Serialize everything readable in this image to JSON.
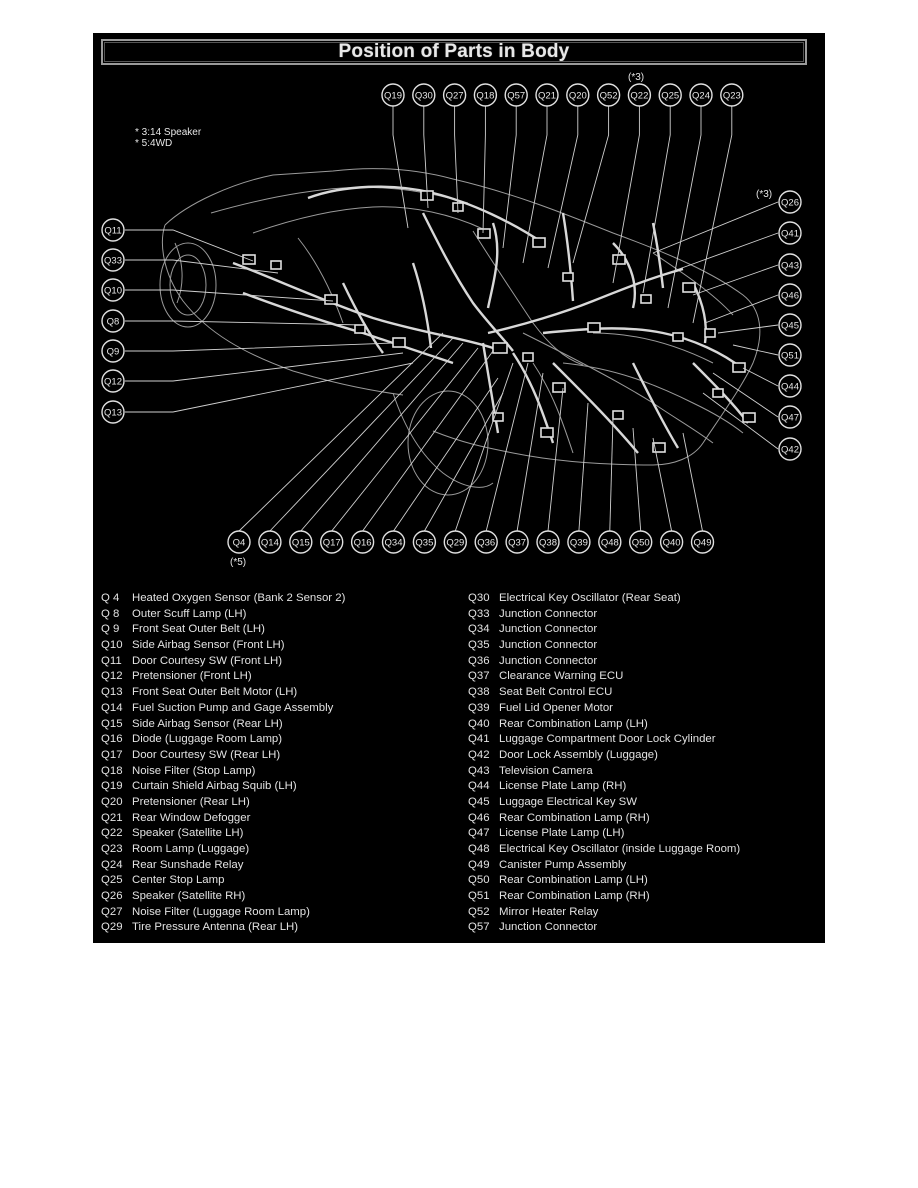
{
  "title": "Position of Parts in Body",
  "notes": [
    "* 3:14 Speaker",
    "* 5:4WD"
  ],
  "note_markers": {
    "q22": "(*3)",
    "q26": "(*3)",
    "q4": "(*5)"
  },
  "callouts_top": [
    "Q19",
    "Q30",
    "Q27",
    "Q18",
    "Q57",
    "Q21",
    "Q20",
    "Q52",
    "Q22",
    "Q25",
    "Q24",
    "Q23"
  ],
  "callouts_left": [
    "Q11",
    "Q33",
    "Q10",
    "Q8",
    "Q9",
    "Q12",
    "Q13"
  ],
  "callouts_right": [
    "Q26",
    "Q41",
    "Q43",
    "Q46",
    "Q45",
    "Q51",
    "Q44",
    "Q47",
    "Q42"
  ],
  "callouts_bottom": [
    "Q4",
    "Q14",
    "Q15",
    "Q17",
    "Q16",
    "Q34",
    "Q35",
    "Q29",
    "Q36",
    "Q37",
    "Q38",
    "Q39",
    "Q48",
    "Q50",
    "Q40",
    "Q49"
  ],
  "legend_left": [
    {
      "code": "Q 4",
      "name": "Heated Oxygen Sensor (Bank 2 Sensor 2)"
    },
    {
      "code": "Q 8",
      "name": "Outer Scuff Lamp (LH)"
    },
    {
      "code": "Q 9",
      "name": "Front Seat Outer Belt (LH)"
    },
    {
      "code": "Q10",
      "name": "Side Airbag Sensor (Front LH)"
    },
    {
      "code": "Q11",
      "name": "Door Courtesy SW (Front LH)"
    },
    {
      "code": "Q12",
      "name": "Pretensioner (Front LH)"
    },
    {
      "code": "Q13",
      "name": "Front Seat Outer Belt Motor (LH)"
    },
    {
      "code": "Q14",
      "name": "Fuel Suction Pump and Gage Assembly"
    },
    {
      "code": "Q15",
      "name": "Side Airbag Sensor (Rear LH)"
    },
    {
      "code": "Q16",
      "name": "Diode (Luggage Room Lamp)"
    },
    {
      "code": "Q17",
      "name": "Door Courtesy SW (Rear LH)"
    },
    {
      "code": "Q18",
      "name": "Noise Filter (Stop Lamp)"
    },
    {
      "code": "Q19",
      "name": "Curtain Shield Airbag Squib (LH)"
    },
    {
      "code": "Q20",
      "name": "Pretensioner (Rear LH)"
    },
    {
      "code": "Q21",
      "name": "Rear Window Defogger"
    },
    {
      "code": "Q22",
      "name": "Speaker (Satellite LH)"
    },
    {
      "code": "Q23",
      "name": "Room Lamp (Luggage)"
    },
    {
      "code": "Q24",
      "name": "Rear Sunshade Relay"
    },
    {
      "code": "Q25",
      "name": "Center Stop Lamp"
    },
    {
      "code": "Q26",
      "name": "Speaker (Satellite RH)"
    },
    {
      "code": "Q27",
      "name": "Noise Filter (Luggage Room Lamp)"
    },
    {
      "code": "Q29",
      "name": "Tire Pressure Antenna (Rear LH)"
    }
  ],
  "legend_right": [
    {
      "code": "Q30",
      "name": "Electrical Key Oscillator (Rear Seat)"
    },
    {
      "code": "Q33",
      "name": "Junction Connector"
    },
    {
      "code": "Q34",
      "name": "Junction Connector"
    },
    {
      "code": "Q35",
      "name": "Junction Connector"
    },
    {
      "code": "Q36",
      "name": "Junction Connector"
    },
    {
      "code": "Q37",
      "name": "Clearance Warning ECU"
    },
    {
      "code": "Q38",
      "name": "Seat Belt Control ECU"
    },
    {
      "code": "Q39",
      "name": "Fuel Lid Opener Motor"
    },
    {
      "code": "Q40",
      "name": "Rear Combination Lamp (LH)"
    },
    {
      "code": "Q41",
      "name": "Luggage Compartment Door Lock Cylinder"
    },
    {
      "code": "Q42",
      "name": "Door Lock Assembly (Luggage)"
    },
    {
      "code": "Q43",
      "name": "Television Camera"
    },
    {
      "code": "Q44",
      "name": "License Plate Lamp (RH)"
    },
    {
      "code": "Q45",
      "name": "Luggage Electrical Key SW"
    },
    {
      "code": "Q46",
      "name": "Rear Combination Lamp (RH)"
    },
    {
      "code": "Q47",
      "name": "License Plate Lamp (LH)"
    },
    {
      "code": "Q48",
      "name": "Electrical Key Oscillator (inside Luggage Room)"
    },
    {
      "code": "Q49",
      "name": "Canister Pump Assembly"
    },
    {
      "code": "Q50",
      "name": "Rear Combination Lamp (LH)"
    },
    {
      "code": "Q51",
      "name": "Rear Combination Lamp (RH)"
    },
    {
      "code": "Q52",
      "name": "Mirror Heater Relay"
    },
    {
      "code": "Q57",
      "name": "Junction Connector"
    }
  ],
  "colors": {
    "background": "#000000",
    "foreground": "#e6e6e6",
    "page": "#ffffff"
  }
}
